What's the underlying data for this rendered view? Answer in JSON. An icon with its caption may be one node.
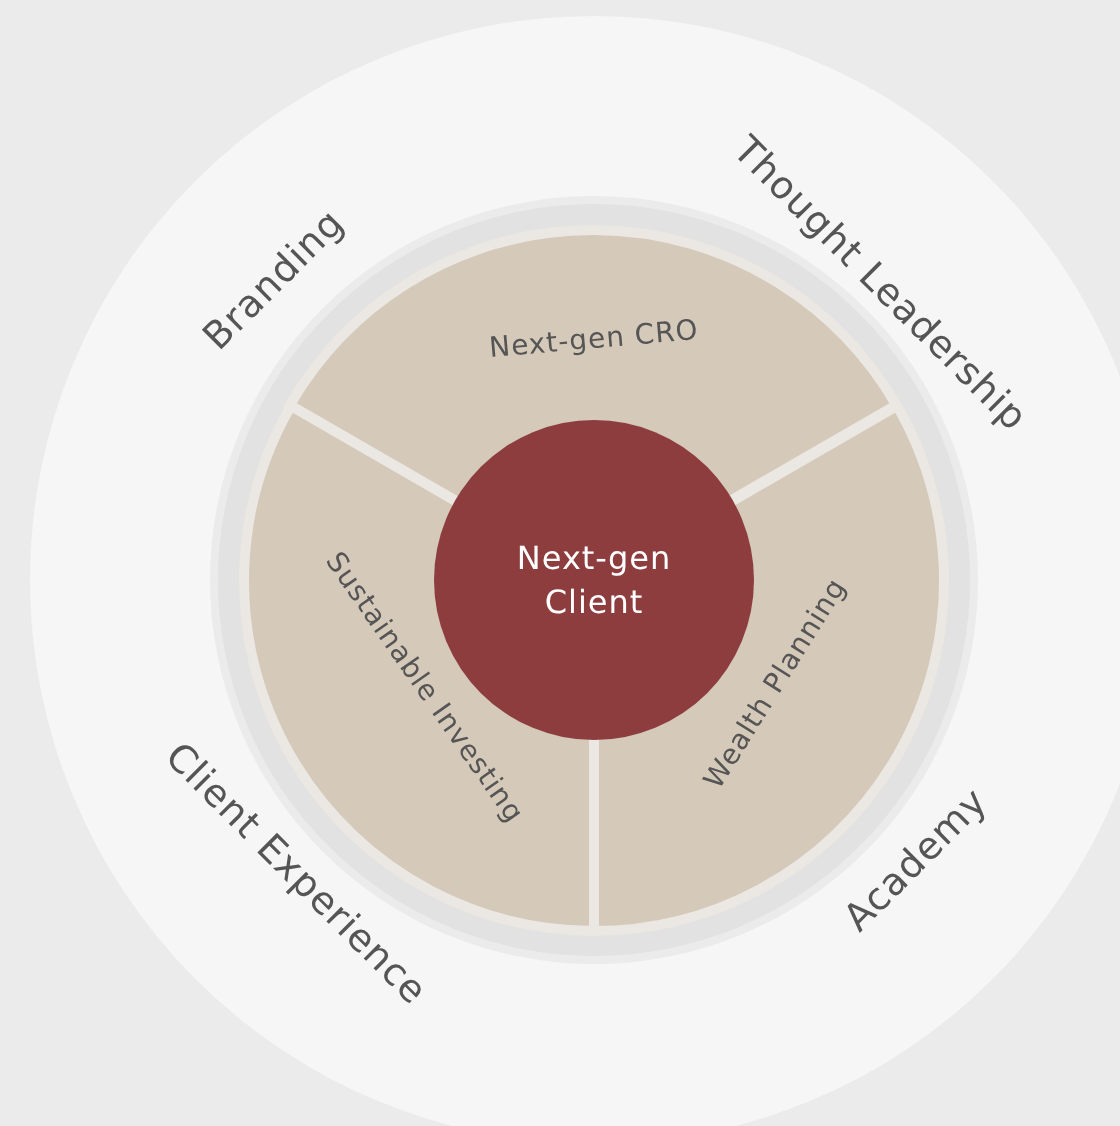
{
  "diagram": {
    "nodes": [
      {
        "text": [
          "Branding"
        ]
      },
      {
        "text": [
          "Thought Leadership"
        ]
      },
      {
        "text": [
          "Client Experience"
        ]
      },
      {
        "text": [
          "Academy"
        ]
      },
      {
        "text": [
          "Next-gen CRO"
        ]
      },
      {
        "text": [
          "Sustainable Investing"
        ]
      },
      {
        "text": [
          "Wealth Planning"
        ]
      },
      {
        "text": [
          "Next-gen Client"
        ]
      }
    ]
  }
}
